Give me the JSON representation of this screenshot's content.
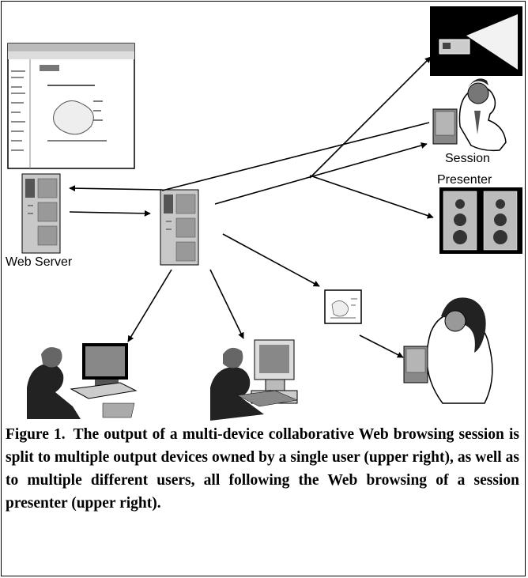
{
  "labels": {
    "web_server": "Web Server",
    "session": "Session",
    "presenter": "Presenter"
  },
  "caption": {
    "number": "Figure 1.",
    "text": "The output of a multi-device collaborative Web browsing session is split to multiple output devices owned by a single user (upper right), as well as to multiple different users, all following the Web browsing of a session presenter (upper right)."
  },
  "colors": {
    "outline": "#000000",
    "device_gray": "#9a9a9a",
    "device_light": "#c8c8c8",
    "screen_light": "#f2f2f2"
  }
}
